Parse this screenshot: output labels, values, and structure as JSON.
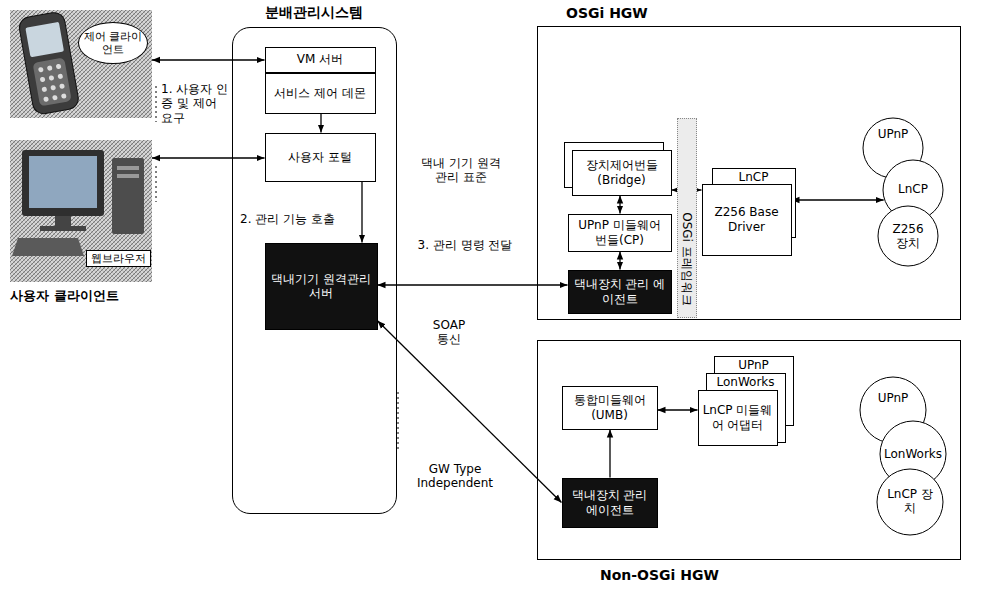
{
  "diagram": {
    "nodes": [
      {
        "text": [
          "제어 클라이언트"
        ]
      },
      {
        "text": [
          "분배관리시스템"
        ]
      },
      {
        "text": [
          "VM 서버"
        ],
        "in": 1
      },
      {
        "text": [
          "서비스 제어 데몬"
        ],
        "in": 1
      },
      {
        "text": [
          "사용자 포털"
        ],
        "in": 1
      },
      {
        "text": [
          "댁내기기 원격관리 서버"
        ],
        "in": 1
      },
      {
        "text": [
          "웹브라우저",
          "사용자 클라이언트"
        ]
      },
      {
        "text": [
          "OSGi HGW"
        ]
      },
      {
        "text": [
          "장치제어번들 (Bridge)"
        ],
        "in": 7
      },
      {
        "text": [
          "OSGi 프레임워크"
        ],
        "in": 7
      },
      {
        "text": [
          "UPnP 미들웨어 번들(CP)"
        ],
        "in": 7
      },
      {
        "text": [
          "댁내장치 관리 에이전트"
        ],
        "in": 7
      },
      {
        "text": [
          "LnCP"
        ],
        "in": 7
      },
      {
        "text": [
          "Z256 Base Driver"
        ],
        "in": 7
      },
      {
        "text": [
          "UPnP"
        ]
      },
      {
        "text": [
          "LnCP"
        ]
      },
      {
        "text": [
          "Z256 장치"
        ]
      },
      {
        "text": [
          "Non-OSGi HGW"
        ]
      },
      {
        "text": [
          "통합미들웨어 (UMB)"
        ],
        "in": 17
      },
      {
        "text": [
          "댁내장치 관리 에이전트"
        ],
        "in": 17
      },
      {
        "text": [
          "UPnP"
        ],
        "in": 17
      },
      {
        "text": [
          "LonWorks"
        ],
        "in": 17
      },
      {
        "text": [
          "LnCP 미들웨어 어댑터"
        ],
        "in": 17
      },
      {
        "text": [
          "UPnP"
        ]
      },
      {
        "text": [
          "LonWorks"
        ]
      },
      {
        "text": [
          "LnCP 장치"
        ]
      }
    ],
    "edges": [
      {
        "from": 0,
        "to": 2,
        "arrow": "both"
      },
      {
        "from": 3,
        "to": 4,
        "arrow": "to"
      },
      {
        "from": 6,
        "to": 4,
        "arrow": "both"
      },
      {
        "from": 4,
        "to": 5,
        "arrow": "to"
      },
      {
        "from": 5,
        "to": 11,
        "arrow": "both"
      },
      {
        "from": 5,
        "to": 19,
        "arrow": "both"
      },
      {
        "from": 8,
        "to": 13,
        "arrow": "both"
      },
      {
        "from": 8,
        "to": 10,
        "arrow": "both"
      },
      {
        "from": 10,
        "to": 11,
        "arrow": "both"
      },
      {
        "from": 13,
        "to": 15,
        "arrow": "both"
      },
      {
        "from": 18,
        "to": 22,
        "arrow": "both"
      },
      {
        "from": 19,
        "to": 18,
        "arrow": "to"
      }
    ],
    "labels": [
      "1. 사용자 인증 및 제어 요구",
      "2. 관리 기능 호출",
      "댁내 기기 원격 관리 표준",
      "3. 관리 명령 전달",
      "SOAP 통신",
      "GW Type Independent"
    ]
  }
}
